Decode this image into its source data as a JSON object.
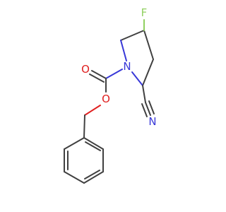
{
  "molecule": {
    "atoms": {
      "F": {
        "symbol": "F",
        "color": "#90d060"
      },
      "N1": {
        "symbol": "N",
        "color": "#3838d8"
      },
      "N2": {
        "symbol": "N",
        "color": "#3838d8"
      },
      "O1": {
        "symbol": "O",
        "color": "#e02020"
      },
      "O2": {
        "symbol": "O",
        "color": "#e02020"
      }
    },
    "bond_color": "#404040",
    "background": "#ffffff"
  }
}
